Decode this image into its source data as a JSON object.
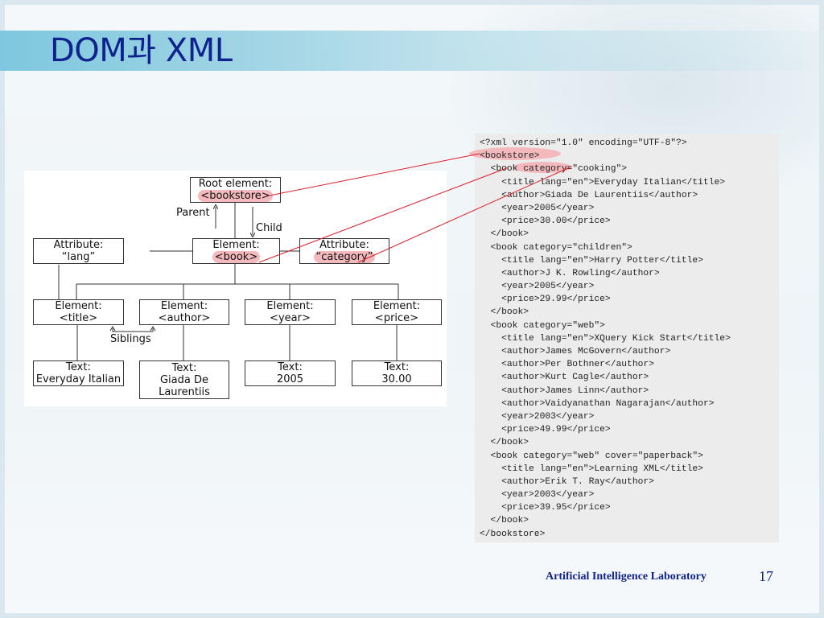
{
  "slide": {
    "title": "DOM과 XML",
    "footer_lab": "Artificial Intelligence Laboratory",
    "page_number": "17"
  },
  "diagram": {
    "root": {
      "line1": "Root element:",
      "line2": "<bookstore>"
    },
    "attr_lang": {
      "line1": "Attribute:",
      "line2": "“lang”"
    },
    "element_book": {
      "line1": "Element:",
      "line2": "<book>"
    },
    "attr_category": {
      "line1": "Attribute:",
      "line2": "“category”"
    },
    "element_title": {
      "line1": "Element:",
      "line2": "<title>"
    },
    "element_author": {
      "line1": "Element:",
      "line2": "<author>"
    },
    "element_year": {
      "line1": "Element:",
      "line2": "<year>"
    },
    "element_price": {
      "line1": "Element:",
      "line2": "<price>"
    },
    "text_title": {
      "line1": "Text:",
      "line2": "Everyday Italian"
    },
    "text_author": {
      "line1": "Text:",
      "line2": "Giada De",
      "line3": "Laurentiis"
    },
    "text_year": {
      "line1": "Text:",
      "line2": "2005"
    },
    "text_price": {
      "line1": "Text:",
      "line2": "30.00"
    },
    "labels": {
      "parent": "Parent",
      "child": "Child",
      "siblings": "Siblings"
    }
  },
  "xml_lines": [
    "<?xml version=\"1.0\" encoding=\"UTF-8\"?>",
    "<bookstore>",
    "  <book category=\"cooking\">",
    "    <title lang=\"en\">Everyday Italian</title>",
    "    <author>Giada De Laurentiis</author>",
    "    <year>2005</year>",
    "    <price>30.00</price>",
    "  </book>",
    "  <book category=\"children\">",
    "    <title lang=\"en\">Harry Potter</title>",
    "    <author>J K. Rowling</author>",
    "    <year>2005</year>",
    "    <price>29.99</price>",
    "  </book>",
    "  <book category=\"web\">",
    "    <title lang=\"en\">XQuery Kick Start</title>",
    "    <author>James McGovern</author>",
    "    <author>Per Bothner</author>",
    "    <author>Kurt Cagle</author>",
    "    <author>James Linn</author>",
    "    <author>Vaidyanathan Nagarajan</author>",
    "    <year>2003</year>",
    "    <price>49.99</price>",
    "  </book>",
    "  <book category=\"web\" cover=\"paperback\">",
    "    <title lang=\"en\">Learning XML</title>",
    "    <author>Erik T. Ray</author>",
    "    <year>2003</year>",
    "    <price>39.95</price>",
    "  </book>",
    "</bookstore>"
  ],
  "colors": {
    "title_text": "#10228e",
    "highlight": "#f3b9bd",
    "connector": "#e0202a"
  }
}
